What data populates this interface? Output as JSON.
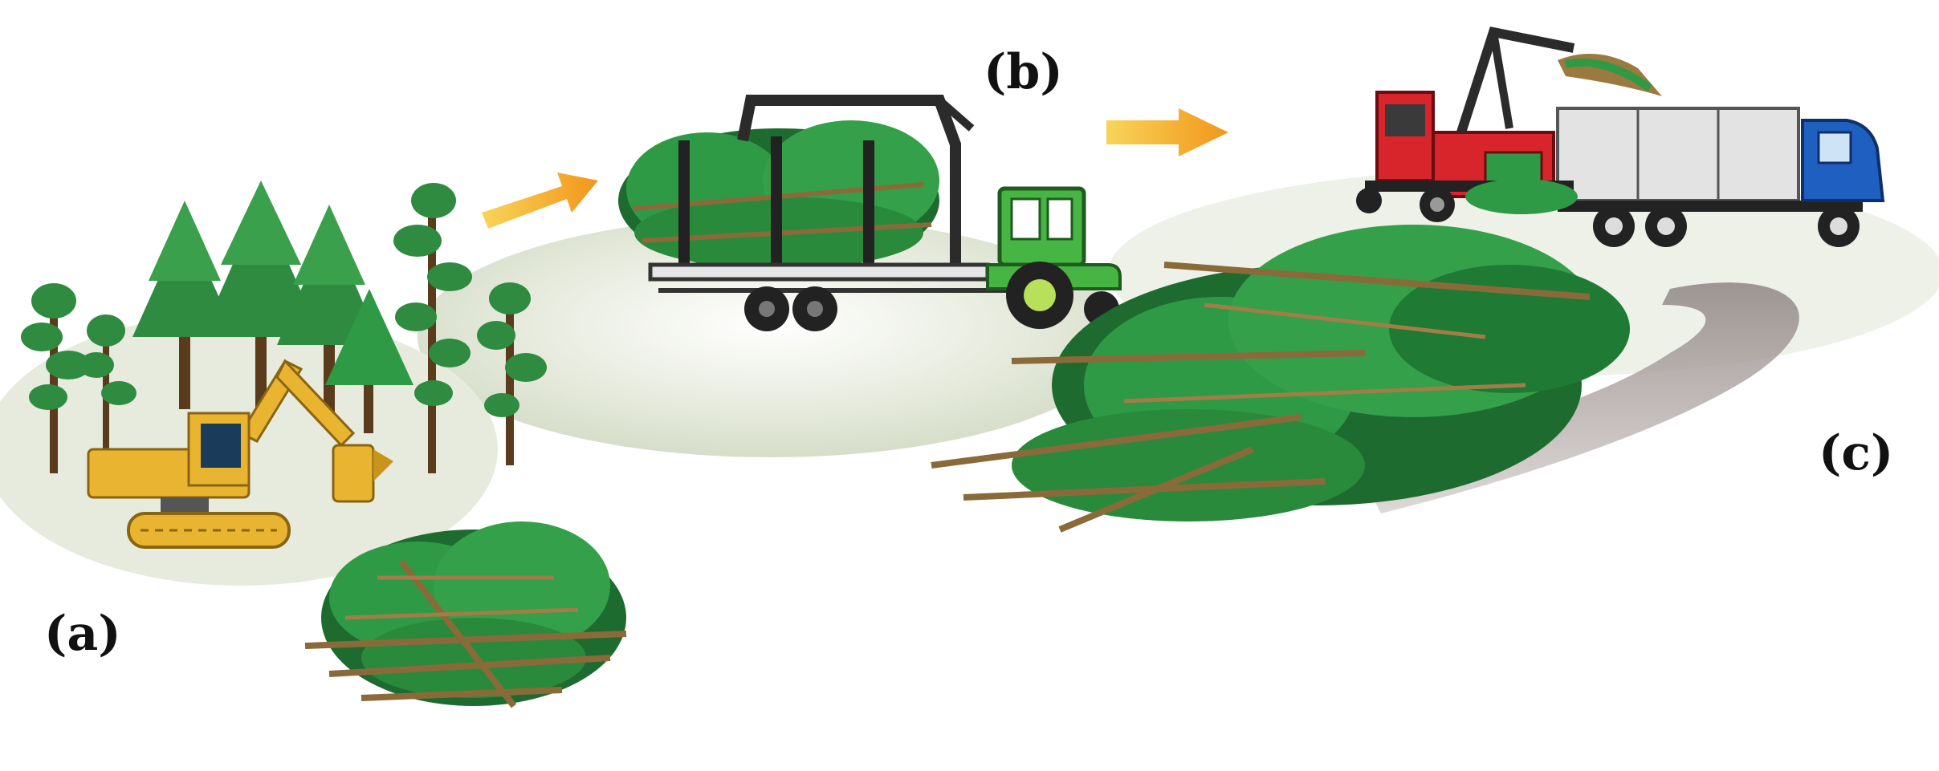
{
  "labels": {
    "a": "(a)",
    "b": "(b)",
    "c": "(c)"
  },
  "stages": [
    {
      "key": "a",
      "icon": "harvester-icon"
    },
    {
      "key": "b",
      "icon": "forwarder-tractor-icon"
    },
    {
      "key": "c",
      "icon": "chipper-truck-icon"
    }
  ],
  "colors": {
    "tree_green": "#2e8b3f",
    "trunk_brown": "#5a3b1c",
    "slash_green": "#2f9a45",
    "slash_dark": "#1d6b2f",
    "slash_brown": "#8b6a3a",
    "harvester_yellow": "#e9b430",
    "tractor_green": "#46b543",
    "chipper_red": "#d8242b",
    "truck_blue": "#1f5fbf",
    "trailer_gray": "#e3e3e3",
    "arrow_orange": "#f3a21c",
    "road_gray": "#a49a98",
    "ground": "#dde3d2"
  }
}
